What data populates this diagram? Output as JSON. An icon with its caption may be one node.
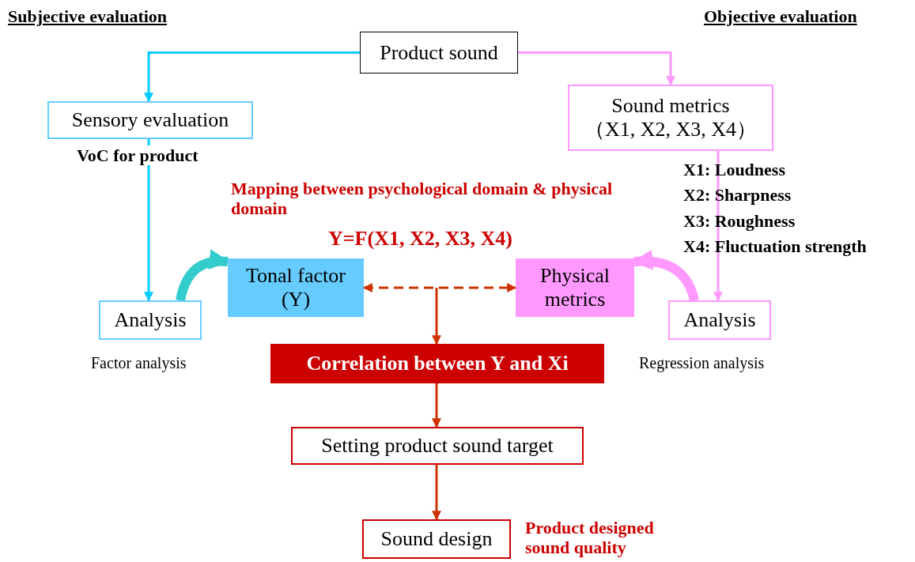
{
  "diagram": {
    "nodes": [
      {
        "text": [
          "Product sound"
        ]
      },
      {
        "text": [
          "Sensory evaluation"
        ],
        "beside": [
          "VoC for product"
        ]
      },
      {
        "text": [
          "Sound metrics",
          "（X1, X2, X3, X4）"
        ]
      },
      {
        "text": [
          "Analysis"
        ],
        "beside": [
          "Factor analysis"
        ]
      },
      {
        "text": [
          "Tonal factor (Y)"
        ]
      },
      {
        "text": [
          "Physical metrics"
        ]
      },
      {
        "text": [
          "Analysis"
        ],
        "beside": [
          "Regression analysis"
        ]
      },
      {
        "text": [
          "Correlation between Y and Xi"
        ]
      },
      {
        "text": [
          "Setting product sound target"
        ]
      },
      {
        "text": [
          "Sound design"
        ],
        "beside": [
          "Product designed sound quality"
        ]
      }
    ],
    "edges": [
      {
        "from": 0,
        "to": 1,
        "arrow": "to",
        "color": "#00ccff"
      },
      {
        "from": 0,
        "to": 2,
        "arrow": "to",
        "color": "#ff99ff"
      },
      {
        "from": 1,
        "to": 3,
        "arrow": "to",
        "color": "#00ccff"
      },
      {
        "from": 2,
        "to": 6,
        "arrow": "to",
        "color": "#ff99ff"
      },
      {
        "from": 3,
        "to": 4,
        "arrow": "to",
        "style": "thick",
        "color": "#33cccc"
      },
      {
        "from": 6,
        "to": 5,
        "arrow": "to",
        "style": "thick",
        "color": "#ff99ff"
      },
      {
        "from": 4,
        "to": 5,
        "arrow": "both",
        "style": "dashed"
      },
      {
        "from": null,
        "to": 7,
        "arrow": "to"
      },
      {
        "from": 7,
        "to": 8,
        "arrow": "to"
      },
      {
        "from": 8,
        "to": 9,
        "arrow": "to"
      }
    ],
    "labels": [
      "Subjective evaluation",
      "Objective evaluation",
      "Mapping between psychological domain & physical domain",
      "Y=F(X1, X2, X3, X4)",
      "X1: Loudness",
      "X2: Sharpness",
      "X3: Roughness",
      "X4: Fluctuation strength"
    ]
  }
}
